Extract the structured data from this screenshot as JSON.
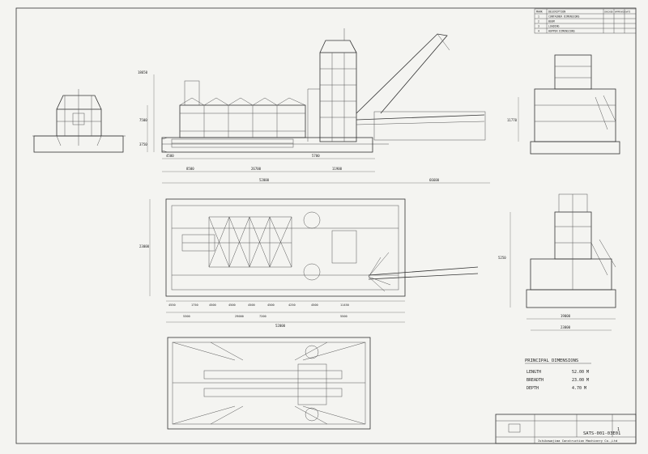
{
  "revision_table": {
    "headers": [
      "MARK",
      "DESCRIPTION",
      "CHECKED",
      "APPROVED",
      "DATE"
    ],
    "rows": [
      [
        "1",
        "CONTAINER DIMENSIONS",
        "",
        "",
        ""
      ],
      [
        "2",
        "BOOM",
        "",
        "",
        ""
      ],
      [
        "3",
        "LOADING",
        "",
        "",
        ""
      ],
      [
        "4",
        "HOPPER DIMENSIONS",
        "",
        "",
        ""
      ]
    ]
  },
  "elevation_dims": {
    "overall_length": "52000",
    "bottom_total": "66600",
    "segments": [
      "4500",
      "8500",
      "26700",
      "5700",
      "11900"
    ],
    "left_height": "18650",
    "heights": [
      "7500",
      "3750"
    ]
  },
  "plan_dims": {
    "overall_length": "52000",
    "sub_total": "29000",
    "segments": [
      "4550",
      "1750",
      "4500",
      "4500",
      "4500",
      "4500",
      "4250",
      "4500",
      "11450"
    ],
    "lower_segments": [
      "5300",
      "7200",
      "5500"
    ],
    "width": "23000"
  },
  "end_view_dims": {
    "width": "23000",
    "inner_width": "19000",
    "heights": [
      "11770",
      "5250"
    ]
  },
  "principal_dimensions": {
    "heading": "PRINCIPAL DIMENSIONS",
    "rows": [
      {
        "label": "LENGTH",
        "value": "52.00 M"
      },
      {
        "label": "BREADTH",
        "value": "23.00 M"
      },
      {
        "label": "DEPTH",
        "value": "4.70 M"
      }
    ]
  },
  "title_block": {
    "drawing_number": "SATS-001-03E01",
    "company": "Ishikawajima Construction Machinery Co.,Ltd",
    "sheet": "1"
  },
  "colors": {
    "paper": "#f4f4f1",
    "ink": "#222222"
  }
}
